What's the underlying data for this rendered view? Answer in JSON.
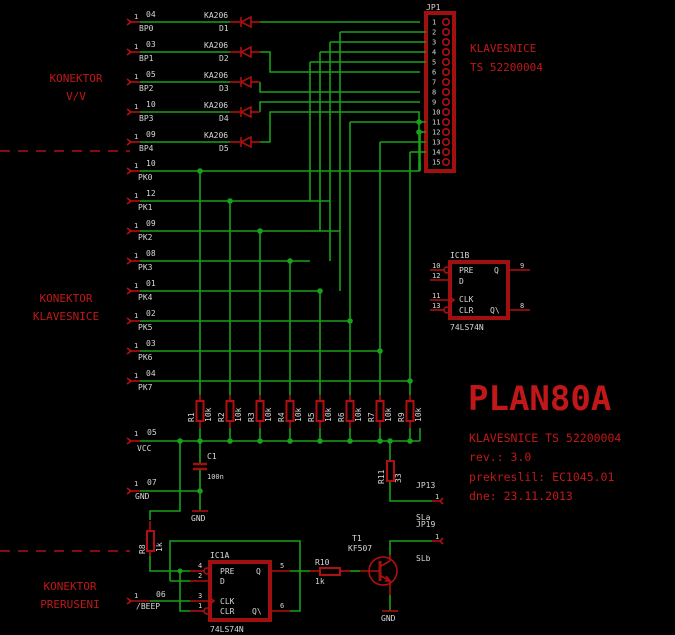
{
  "title_block": {
    "project": "PLAN80A",
    "line1": "KLAVESNICE TS 52200004",
    "line2": "rev.: 3.0",
    "line3": "prekreslil: EC1045.01",
    "line4": "dne: 23.11.2013"
  },
  "sections": {
    "vv": [
      "KONEKTOR",
      "V/V"
    ],
    "klav": [
      "KONEKTOR",
      "KLAVESNICE"
    ],
    "prer": [
      "KONEKTOR",
      "PRERUSENI"
    ],
    "jp1_desc": [
      "KLAVESNICE",
      "TS 52200004"
    ]
  },
  "connector": {
    "name": "JP1",
    "pins": [
      "1",
      "2",
      "3",
      "4",
      "5",
      "6",
      "7",
      "8",
      "9",
      "10",
      "11",
      "12",
      "13",
      "14",
      "15"
    ]
  },
  "bp_inputs": [
    {
      "pin": "1",
      "net": "04",
      "label": "BP0",
      "diode": "KA206",
      "diode_name": "D1"
    },
    {
      "pin": "1",
      "net": "03",
      "label": "BP1",
      "diode": "KA206",
      "diode_name": "D2"
    },
    {
      "pin": "1",
      "net": "05",
      "label": "BP2",
      "diode": "KA206",
      "diode_name": "D3"
    },
    {
      "pin": "1",
      "net": "10",
      "label": "BP3",
      "diode": "KA206",
      "diode_name": "D4"
    },
    {
      "pin": "1",
      "net": "09",
      "label": "BP4",
      "diode": "KA206",
      "diode_name": "D5"
    }
  ],
  "pk_inputs": [
    {
      "pin": "1",
      "net": "10",
      "label": "PK0"
    },
    {
      "pin": "1",
      "net": "12",
      "label": "PK1"
    },
    {
      "pin": "1",
      "net": "09",
      "label": "PK2"
    },
    {
      "pin": "1",
      "net": "08",
      "label": "PK3"
    },
    {
      "pin": "1",
      "net": "01",
      "label": "PK4"
    },
    {
      "pin": "1",
      "net": "02",
      "label": "PK5"
    },
    {
      "pin": "1",
      "net": "03",
      "label": "PK6"
    },
    {
      "pin": "1",
      "net": "04",
      "label": "PK7"
    }
  ],
  "resistors": [
    {
      "name": "R1",
      "value": "10k"
    },
    {
      "name": "R2",
      "value": "10k"
    },
    {
      "name": "R3",
      "value": "10k"
    },
    {
      "name": "R4",
      "value": "10k"
    },
    {
      "name": "R5",
      "value": "10k"
    },
    {
      "name": "R6",
      "value": "10k"
    },
    {
      "name": "R7",
      "value": "10k"
    },
    {
      "name": "R9",
      "value": "10k"
    }
  ],
  "power": {
    "vcc": {
      "pin": "1",
      "net": "05",
      "label": "VCC"
    },
    "gnd": {
      "pin": "1",
      "net": "07",
      "label": "GND"
    },
    "c1": {
      "name": "C1",
      "value": "100n"
    },
    "gnd_label": "GND"
  },
  "r11": {
    "name": "R11",
    "value": "33"
  },
  "jp13": {
    "name": "JP13",
    "pin": "1"
  },
  "jp19": {
    "name": "JP19",
    "sub": "SLa",
    "pin": "1",
    "net": "SLb"
  },
  "ic1b": {
    "name": "IC1B",
    "part": "74LS74N",
    "pins": {
      "pre": "10",
      "d": "12",
      "clk": "11",
      "clr": "13",
      "q": "9",
      "qn": "8"
    },
    "labels": {
      "pre": "PRE",
      "d": "D",
      "clk": "CLK",
      "clr": "CLR",
      "q": "Q",
      "qn": "Q\\"
    }
  },
  "ic1a": {
    "name": "IC1A",
    "part": "74LS74N",
    "pins": {
      "pre": "4",
      "d": "2",
      "clk": "3",
      "clr": "1",
      "q": "5",
      "qn": "6"
    },
    "labels": {
      "pre": "PRE",
      "d": "D",
      "clk": "CLK",
      "clr": "CLR",
      "q": "Q",
      "qn": "Q\\"
    }
  },
  "r8": {
    "name": "R8",
    "value": "1k"
  },
  "r10": {
    "name": "R10",
    "value": "1k"
  },
  "t1": {
    "name": "T1",
    "part": "KF507"
  },
  "beep": {
    "pin": "1",
    "net": "06",
    "label": "/BEEP"
  },
  "gnd_t1": "GND"
}
